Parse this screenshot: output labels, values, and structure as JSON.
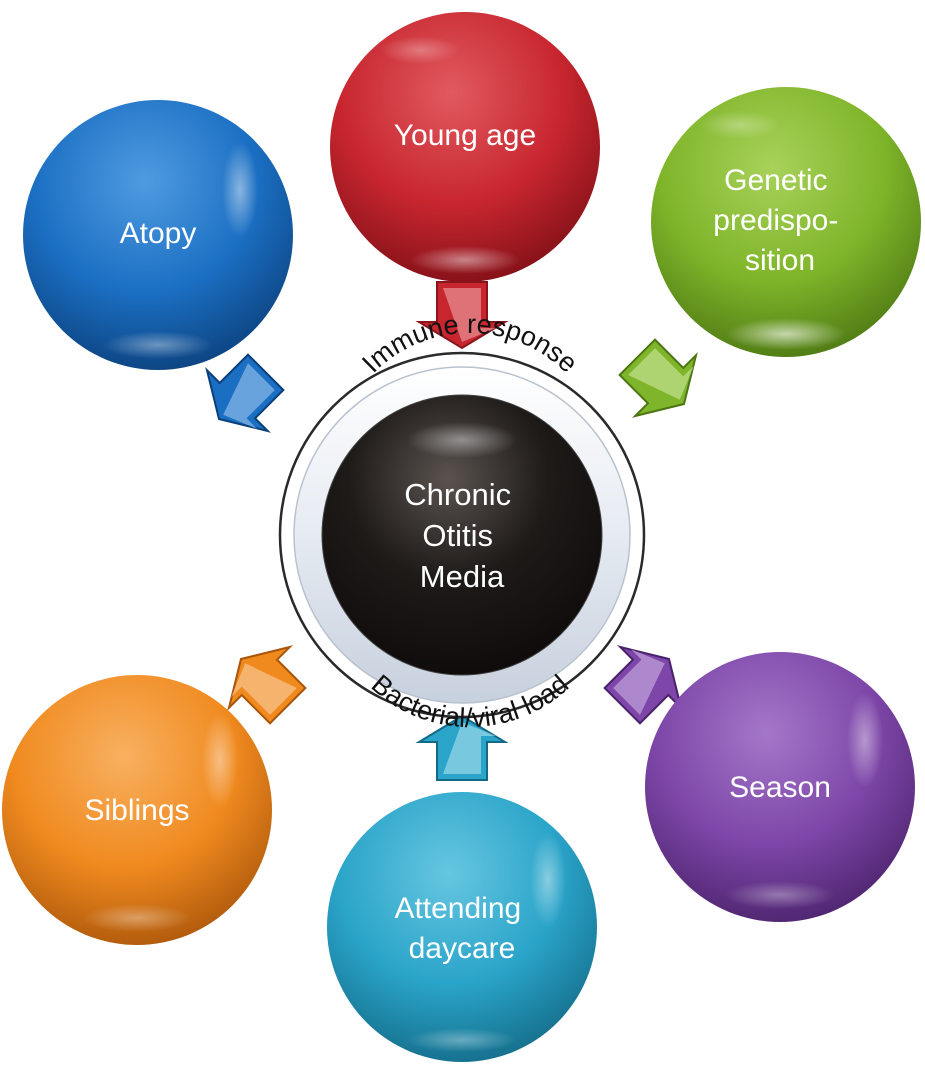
{
  "center": {
    "lines": [
      "Chronic",
      "Otitis",
      "Media"
    ],
    "ring_top": "Immune response",
    "ring_bottom": "Bacterial/viral load"
  },
  "factors": [
    {
      "id": "young-age",
      "lines": [
        "Young age"
      ],
      "color": "#c8262f"
    },
    {
      "id": "genetic",
      "lines": [
        "Genetic",
        "predispo-",
        "sition"
      ],
      "color": "#7fb52a"
    },
    {
      "id": "atopy",
      "lines": [
        "Atopy"
      ],
      "color": "#1b6fc3"
    },
    {
      "id": "season",
      "lines": [
        "Season"
      ],
      "color": "#7d46a8"
    },
    {
      "id": "siblings",
      "lines": [
        "Siblings"
      ],
      "color": "#f08a1f"
    },
    {
      "id": "daycare",
      "lines": [
        "Attending",
        "daycare"
      ],
      "color": "#2aa4c9"
    }
  ]
}
